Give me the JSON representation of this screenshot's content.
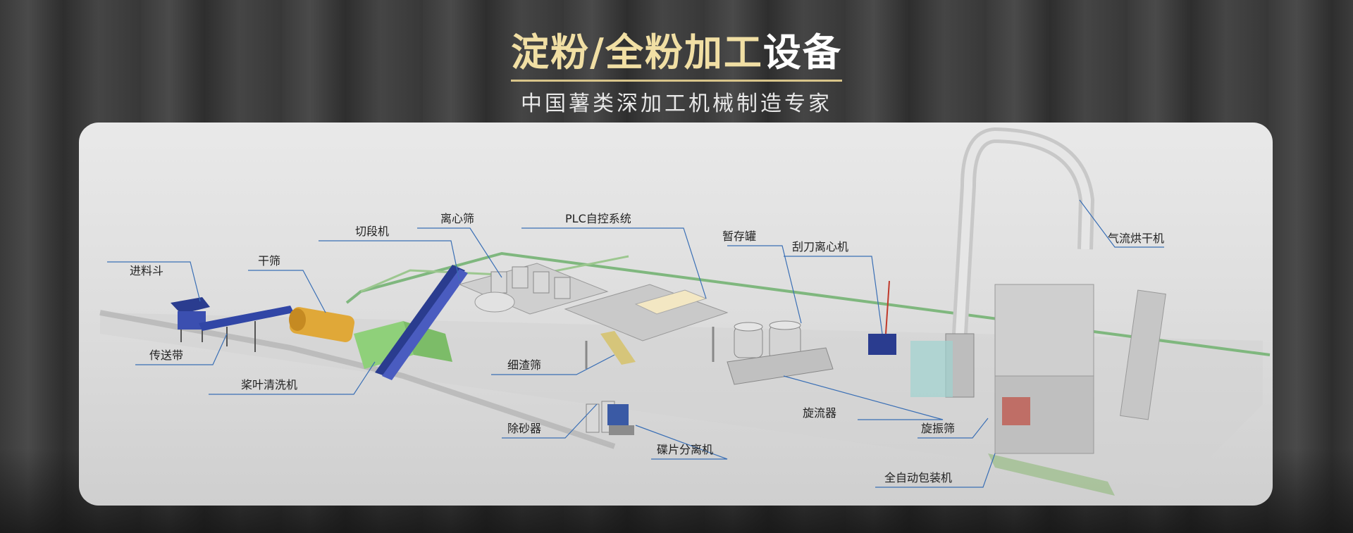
{
  "header": {
    "title_highlight": "淀粉/全粉加工",
    "title_rest": "设备",
    "subtitle": "中国薯类深加工机械制造专家"
  },
  "labels": {
    "feed_hopper": "进料斗",
    "conveyor_belt": "传送带",
    "dry_screen": "干筛",
    "paddle_washer": "桨叶清洗机",
    "cutting_machine": "切段机",
    "centrifugal_sieve": "离心筛",
    "plc_control": "PLC自控系统",
    "fine_residue_sieve": "细渣筛",
    "desander": "除砂器",
    "disc_separator": "碟片分离机",
    "temp_storage_tank": "暂存罐",
    "scraper_centrifuge": "刮刀离心机",
    "hydrocyclone": "旋流器",
    "flash_dryer": "气流烘干机",
    "vibrating_sieve": "旋振筛",
    "auto_packing": "全自动包装机"
  },
  "colors": {
    "title_gold": "#f1dfa4",
    "accent_line": "#3a6fb5",
    "pipe_green": "#7fb77e",
    "equipment_blue": "#2a3c8f",
    "equipment_green": "#8fd07a"
  }
}
